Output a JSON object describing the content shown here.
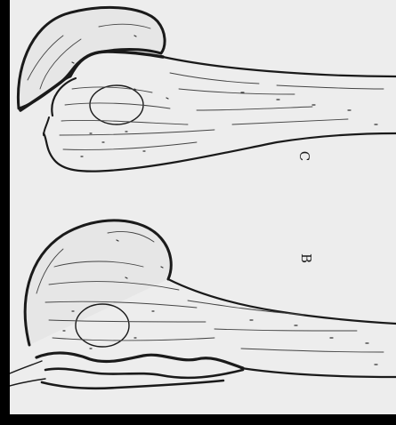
{
  "figure": {
    "panels": [
      {
        "id": "upper",
        "label": "C"
      },
      {
        "id": "lower",
        "label": "B"
      }
    ],
    "colors": {
      "background": "#000000",
      "paper": "#ededed",
      "ink": "#1a1a1a"
    }
  }
}
